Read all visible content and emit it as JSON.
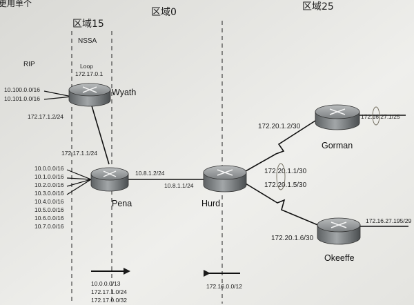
{
  "top_fragment": "更用单个",
  "areas": {
    "area15": "区域15",
    "area0": "区域0",
    "area25": "区域25",
    "nssa": "NSSA",
    "rip": "RIP"
  },
  "routers": {
    "wyath": {
      "name": "Wyath",
      "loop_label": "Loop",
      "loop_addr": "172.17.0.1"
    },
    "pena": {
      "name": "Pena"
    },
    "hurd": {
      "name": "Hurd"
    },
    "gorman": {
      "name": "Gorman"
    },
    "okeeffe": {
      "name": "Okeeffe"
    }
  },
  "rip_networks_wyath": [
    "10.100.0.0/16",
    "10.101.0.0/16"
  ],
  "rip_networks_pena": [
    "10.0.0.0/16",
    "10.1.0.0/16",
    "10.2.0.0/16",
    "10.3.0.0/16",
    "10.4.0.0/16",
    "10.5.0.0/16",
    "10.6.0.0/16",
    "10.7.0.0/16"
  ],
  "links": {
    "wyath_if": "172.17.1.2/24",
    "pena_if_wyath": "172.17.1.1/24",
    "pena_if_hurd": "10.8.1.2/24",
    "hurd_if_pena": "10.8.1.1/24",
    "gorman_if_hurd": "172.20.1.2/30",
    "hurd_if_gorman": "172.20.1.1/30",
    "hurd_if_okeeffe": "172.20.1.5/30",
    "okeeffe_if_hurd": "172.20.1.6/30",
    "gorman_lan": "172.16.27.1/25",
    "okeeffe_lan": "172.16.27.195/29"
  },
  "summaries_right": [
    "10.0.0.0/13",
    "172.17.1.0/24",
    "172.17.0.0/32"
  ],
  "summary_left": "172.16.0.0/12"
}
